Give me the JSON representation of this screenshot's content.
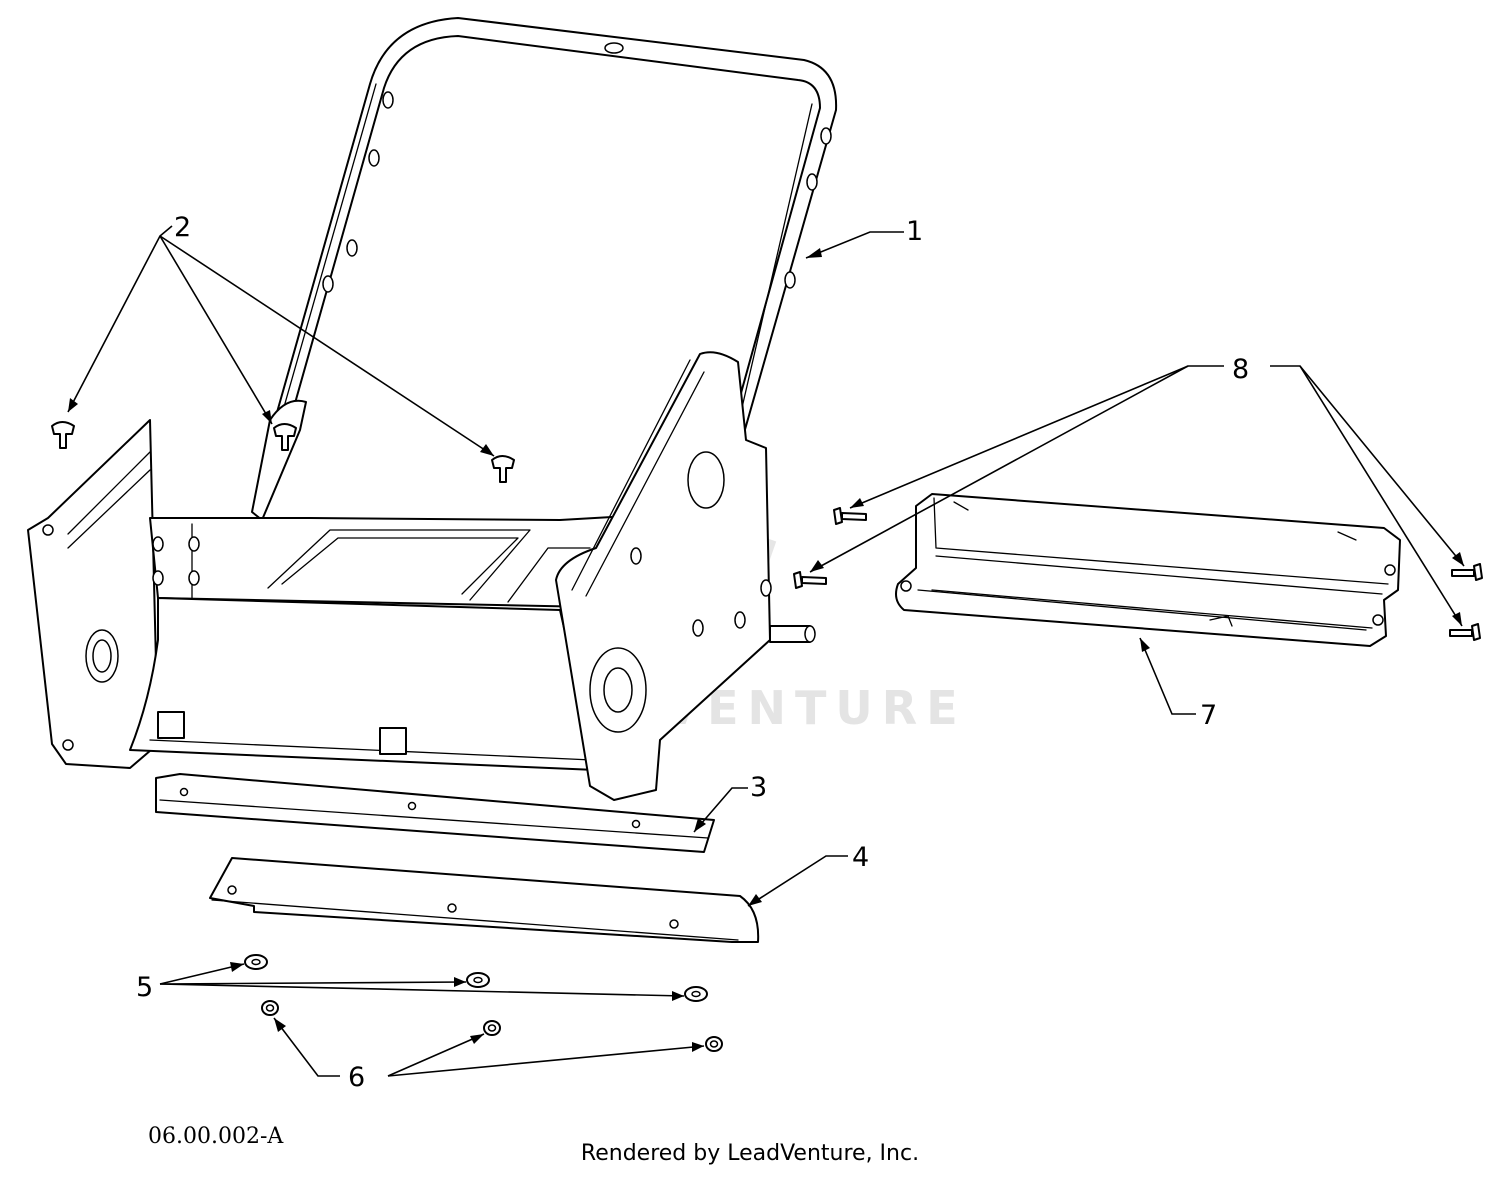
{
  "watermark": "LEADVENTURE",
  "drawing_id": "06.00.002-A",
  "render_credit": "Rendered by LeadVenture, Inc.",
  "callouts": [
    {
      "label": "1",
      "part": "handle"
    },
    {
      "label": "2",
      "part": "handle-bolts"
    },
    {
      "label": "3",
      "part": "scraper-bar"
    },
    {
      "label": "4",
      "part": "shave-plate"
    },
    {
      "label": "5",
      "part": "washers"
    },
    {
      "label": "6",
      "part": "nuts"
    },
    {
      "label": "7",
      "part": "rear-cover"
    },
    {
      "label": "8",
      "part": "cover-screws"
    }
  ]
}
